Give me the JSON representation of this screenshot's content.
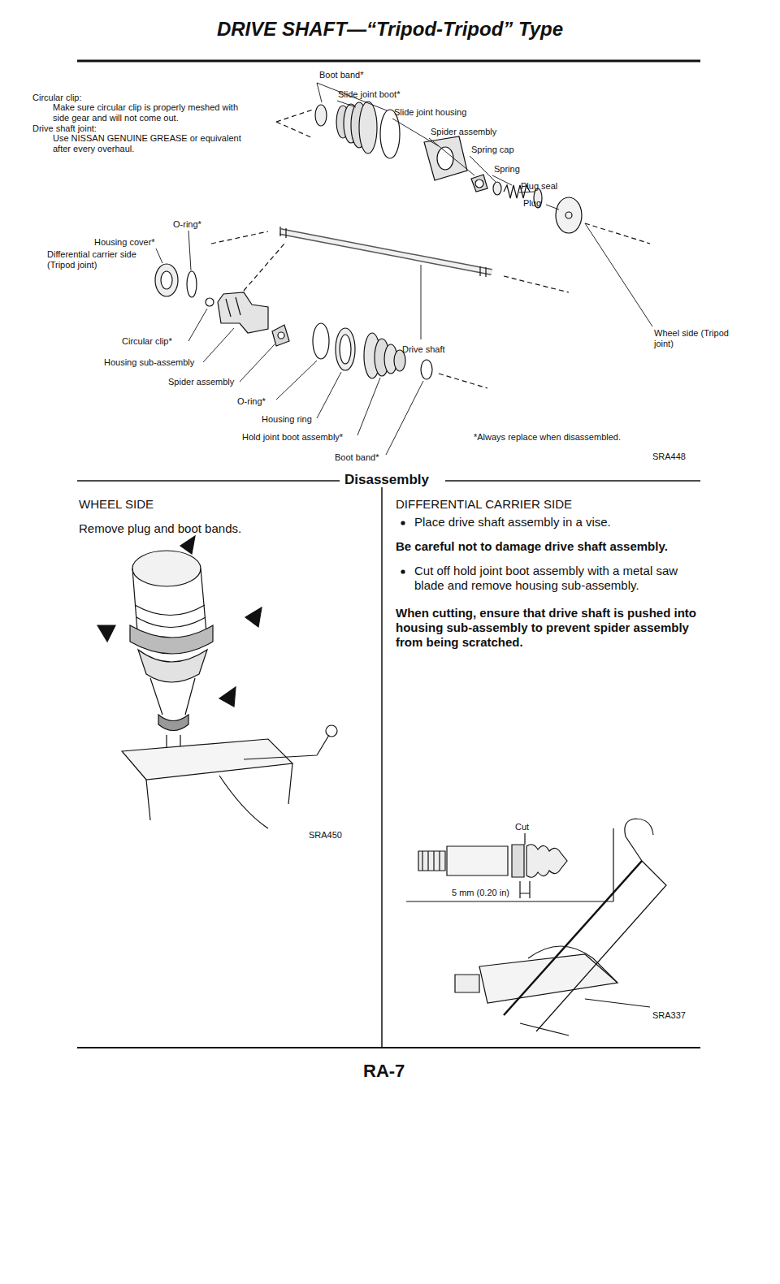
{
  "diagram": {
    "title": "DRIVE SHAFT—“Tripod-Tripod” Type",
    "labels": [
      "Circular clip:",
      "Make sure circular clip is properly meshed with side gear and will not come out.",
      "Drive shaft joint:",
      "Use NISSAN GENUINE GREASE or equivalent after every overhaul.",
      "Boot band*",
      "Slide joint boot*",
      "Slide joint housing",
      "Spider assembly",
      "Spring cap",
      "Spring",
      "Plug seal",
      "Plug",
      "O-ring*",
      "Housing cover*",
      "Differential carrier side (Tripod joint)",
      "Wheel side (Tripod joint)",
      "Circular clip*",
      "Drive shaft",
      "Housing sub-assembly",
      "Spider assembly",
      "O-ring*",
      "Housing ring",
      "Hold joint boot assembly*",
      "Boot band*",
      "*Always replace when disassembled.",
      "SRA448",
      "Disassembly",
      "WHEEL SIDE",
      "Remove plug and boot bands.",
      "SRA450",
      "DIFFERENTIAL CARRIER SIDE",
      "Place drive shaft assembly in a vise.",
      "Be careful not to damage drive shaft assembly.",
      "Cut off hold joint boot assembly with a metal saw blade and remove housing sub-assembly.",
      "When cutting, ensure that drive shaft is pushed into housing sub-assembly to prevent spider assembly from being scratched.",
      "Cut",
      "5 mm (0.20 in)",
      "SRA337",
      "RA-7"
    ]
  }
}
